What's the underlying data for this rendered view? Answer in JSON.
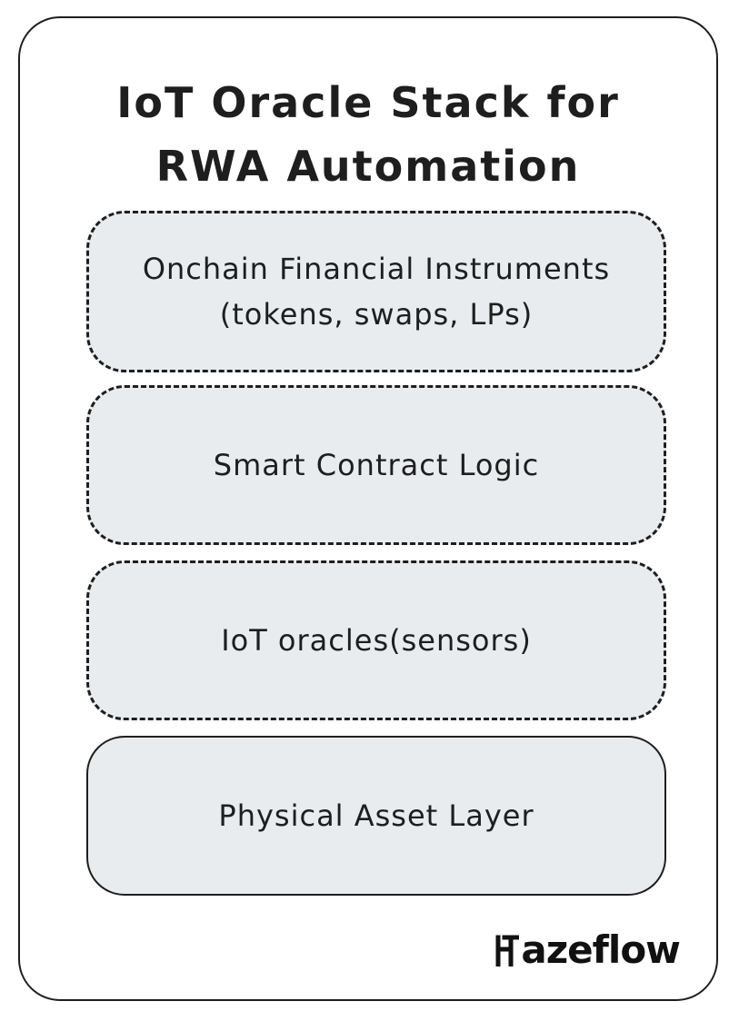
{
  "diagram": {
    "title_lines": [
      "IoT Oracle Stack for",
      "RWA Automation"
    ],
    "layers": [
      {
        "lines": [
          "Onchain Financial Instruments",
          "(tokens, swaps, LPs)"
        ],
        "border": "dashed"
      },
      {
        "lines": [
          "Smart Contract Logic"
        ],
        "border": "dashed"
      },
      {
        "lines": [
          "IoT oracles(sensors)"
        ],
        "border": "dashed"
      },
      {
        "lines": [
          "Physical Asset Layer"
        ],
        "border": "solid"
      }
    ],
    "layer_fill_color": "#e9ecef",
    "stroke_color": "#1e1e1e"
  },
  "branding": {
    "logo_text": "azeflow",
    "logo_icon": "hazeflow-h-mark"
  }
}
